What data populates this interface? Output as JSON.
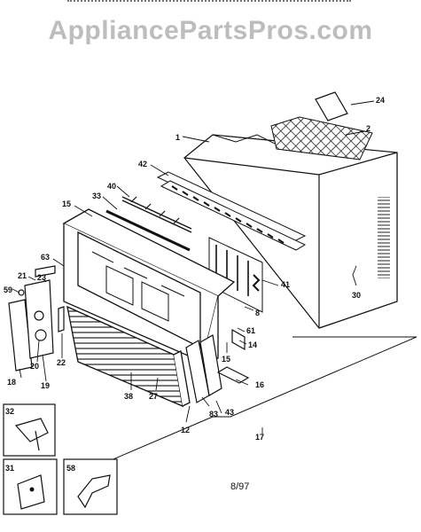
{
  "watermark": "AppliancePartsPros.com",
  "date_code": "8/97",
  "parts": [
    {
      "num": "24"
    },
    {
      "num": "2"
    },
    {
      "num": "1"
    },
    {
      "num": "42"
    },
    {
      "num": "40"
    },
    {
      "num": "33"
    },
    {
      "num": "15"
    },
    {
      "num": "63"
    },
    {
      "num": "21"
    },
    {
      "num": "23"
    },
    {
      "num": "59"
    },
    {
      "num": "41"
    },
    {
      "num": "30"
    },
    {
      "num": "8"
    },
    {
      "num": "61"
    },
    {
      "num": "14"
    },
    {
      "num": "15"
    },
    {
      "num": "16"
    },
    {
      "num": "22"
    },
    {
      "num": "20"
    },
    {
      "num": "18"
    },
    {
      "num": "19"
    },
    {
      "num": "38"
    },
    {
      "num": "27"
    },
    {
      "num": "83"
    },
    {
      "num": "43"
    },
    {
      "num": "12"
    },
    {
      "num": "17"
    }
  ],
  "insets": [
    {
      "num": "32"
    },
    {
      "num": "31"
    },
    {
      "num": "58"
    }
  ],
  "colors": {
    "line": "#111111",
    "watermark": "#bdbdbd",
    "mesh": "#222222"
  }
}
